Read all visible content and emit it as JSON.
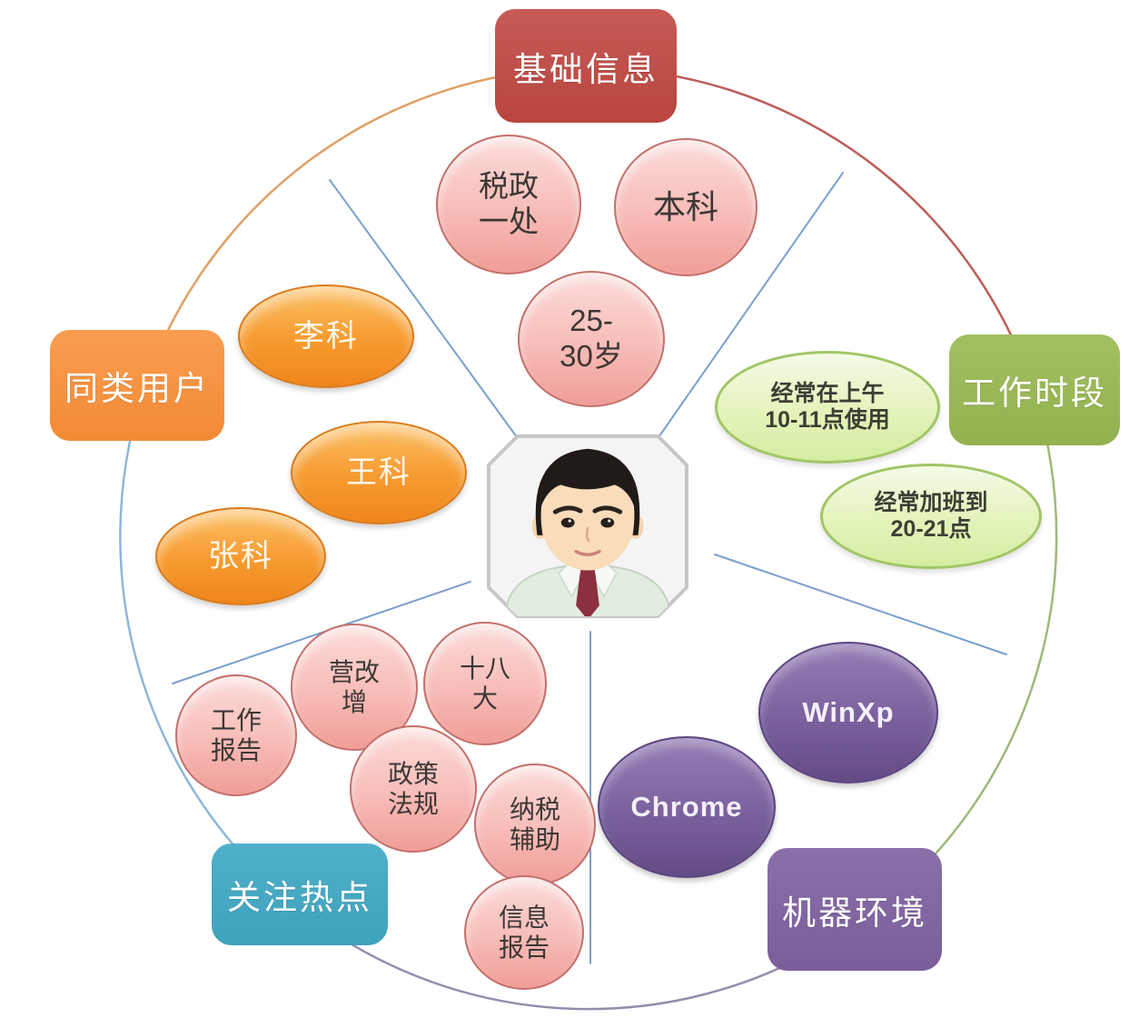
{
  "palette": {
    "basic_info": "#bd4b47",
    "work_time": "#9bbb59",
    "machine_env": "#8064a2",
    "hot_topics": "#4bacc6",
    "similar_users": "#f79646",
    "pink_node": "#f4a7a3",
    "spoke_blue": "#7ba0cd"
  },
  "center": {
    "icon": "male-office-worker-avatar"
  },
  "categories": {
    "basic_info": {
      "label": "基础信息"
    },
    "work_time": {
      "label": "工作时段"
    },
    "machine_env": {
      "label": "机器环境"
    },
    "hot_topics": {
      "label": "关注热点"
    },
    "similar_users": {
      "label": "同类用户"
    }
  },
  "nodes": {
    "dept": {
      "line1": "税政",
      "line2": "一处"
    },
    "degree": {
      "line1": "本科"
    },
    "age": {
      "line1": "25-",
      "line2": "30岁"
    },
    "user1": {
      "line1": "李科"
    },
    "user2": {
      "line1": "王科"
    },
    "user3": {
      "line1": "张科"
    },
    "worktime1": {
      "line1": "经常在上午",
      "line2": "10-11点使用"
    },
    "worktime2": {
      "line1": "经常加班到",
      "line2": "20-21点"
    },
    "topic_report": {
      "line1": "工作",
      "line2": "报告"
    },
    "topic_ygz": {
      "line1": "营改",
      "line2": "增"
    },
    "topic_18": {
      "line1": "十八",
      "line2": "大"
    },
    "topic_policy": {
      "line1": "政策",
      "line2": "法规"
    },
    "topic_tax": {
      "line1": "纳税",
      "line2": "辅助"
    },
    "topic_info": {
      "line1": "信息",
      "line2": "报告"
    },
    "os": {
      "line1": "WinXp"
    },
    "browser": {
      "line1": "Chrome"
    }
  }
}
